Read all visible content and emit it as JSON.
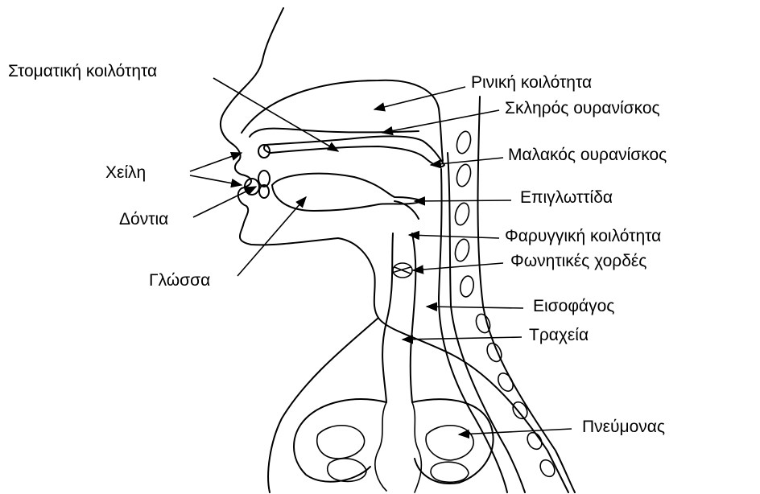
{
  "labels": {
    "oral_cavity": "Στοματική κοιλότητα",
    "nasal_cavity": "Ρινική κοιλότητα",
    "hard_palate": "Σκληρός ουρανίσκος",
    "lips": "Χείλη",
    "soft_palate": "Μαλακός ουρανίσκος",
    "epiglottis": "Επιγλωττίδα",
    "teeth": "Δόντια",
    "pharynx": "Φαρυγγική κοιλότητα",
    "vocal_cords": "Φωνητικές χορδές",
    "tongue": "Γλώσσα",
    "esophagus": "Εισοφάγος",
    "trachea": "Τραχεία",
    "lungs": "Πνεύμονας"
  }
}
